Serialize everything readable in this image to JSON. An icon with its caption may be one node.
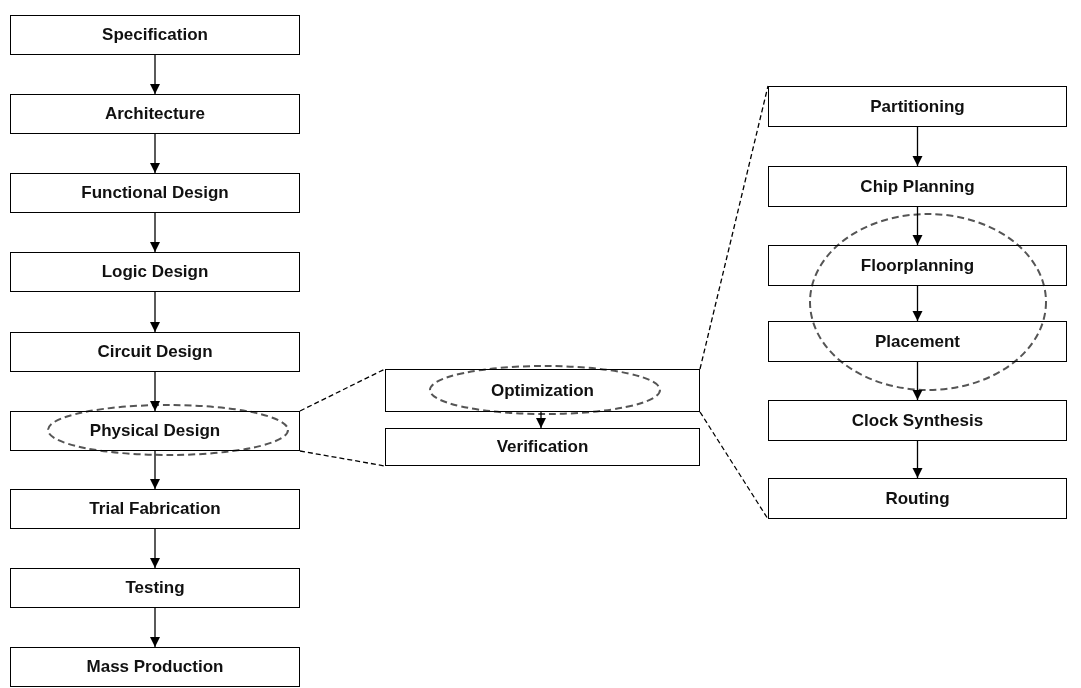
{
  "diagram": {
    "nodes": [
      {
        "text": [
          "Specification"
        ]
      },
      {
        "text": [
          "Architecture"
        ]
      },
      {
        "text": [
          "Functional Design"
        ]
      },
      {
        "text": [
          "Logic Design"
        ]
      },
      {
        "text": [
          "Circuit Design"
        ]
      },
      {
        "text": [
          "Physical Design"
        ]
      },
      {
        "text": [
          "Trial Fabrication"
        ]
      },
      {
        "text": [
          "Testing"
        ]
      },
      {
        "text": [
          "Mass Production"
        ]
      },
      {
        "text": [
          "Optimization"
        ]
      },
      {
        "text": [
          "Verification"
        ]
      },
      {
        "text": [
          "Partitioning"
        ]
      },
      {
        "text": [
          "Chip Planning"
        ]
      },
      {
        "text": [
          "Floorplanning"
        ]
      },
      {
        "text": [
          "Placement"
        ]
      },
      {
        "text": [
          "Clock Synthesis"
        ]
      },
      {
        "text": [
          "Routing"
        ]
      }
    ],
    "edges": [
      {
        "from": 0,
        "to": 1,
        "arrow": "to"
      },
      {
        "from": 1,
        "to": 2,
        "arrow": "to"
      },
      {
        "from": 2,
        "to": 3,
        "arrow": "to"
      },
      {
        "from": 3,
        "to": 4,
        "arrow": "to"
      },
      {
        "from": 4,
        "to": 5,
        "arrow": "to"
      },
      {
        "from": 5,
        "to": 6,
        "arrow": "to"
      },
      {
        "from": 6,
        "to": 7,
        "arrow": "to"
      },
      {
        "from": 7,
        "to": 8,
        "arrow": "to"
      },
      {
        "from": 9,
        "to": 10,
        "arrow": "to"
      },
      {
        "from": 11,
        "to": 12,
        "arrow": "to"
      },
      {
        "from": 12,
        "to": 13,
        "arrow": "to"
      },
      {
        "from": 13,
        "to": 14,
        "arrow": "to"
      },
      {
        "from": 14,
        "to": 15,
        "arrow": "to"
      },
      {
        "from": 15,
        "to": 16,
        "arrow": "to"
      },
      {
        "from": 5,
        "to": 9,
        "arrow": "none",
        "style": "dashed"
      },
      {
        "from": 5,
        "to": 10,
        "arrow": "none",
        "style": "dashed"
      },
      {
        "from": 9,
        "to": 11,
        "arrow": "none",
        "style": "dashed"
      },
      {
        "from": 9,
        "to": 16,
        "arrow": "none",
        "style": "dashed"
      }
    ]
  }
}
